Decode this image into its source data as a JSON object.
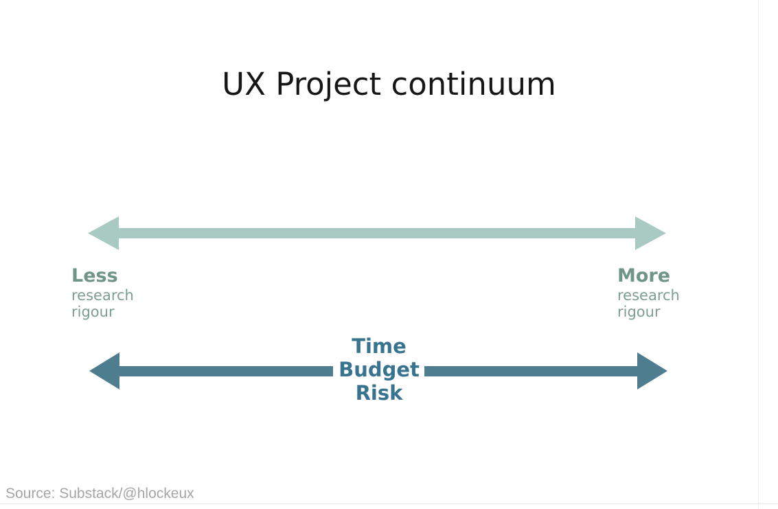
{
  "page": {
    "title": "UX Project continuum",
    "source": "Source: Substack/@hlockeux"
  },
  "diagram": {
    "research_axis": {
      "left_endpoint": {
        "heading": "Less",
        "line1": "research",
        "line2": "rigour"
      },
      "right_endpoint": {
        "heading": "More",
        "line1": "research",
        "line2": "rigour"
      }
    },
    "constraints_axis": {
      "line1": "Time",
      "line2": "Budget",
      "line3": "Risk"
    }
  },
  "colors": {
    "background": "#ffffff",
    "arrow_research": "#a8cac2",
    "arrow_constraints": "#4e7d90",
    "endpoint_heading": "#6f9488",
    "endpoint_sub": "#7d9d93",
    "constraints_text": "#38738f",
    "title_text": "#161616",
    "source_text": "#a5a5a5"
  }
}
